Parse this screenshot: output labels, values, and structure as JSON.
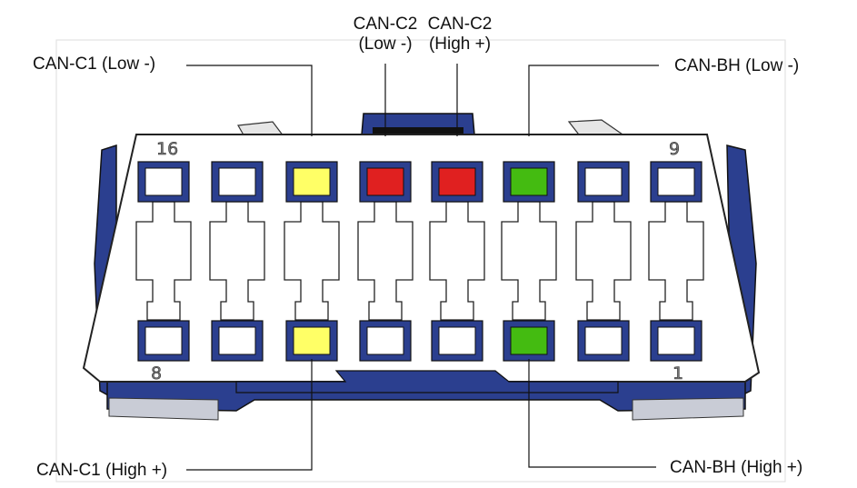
{
  "labels": {
    "can_c1_low": "CAN-C1 (Low -)",
    "can_c2_low_line1": "CAN-C2",
    "can_c2_low_line2": "(Low -)",
    "can_c2_high_line1": "CAN-C2",
    "can_c2_high_line2": "(High +)",
    "can_bh_low": "CAN-BH (Low -)",
    "can_c1_high": "CAN-C1 (High +)",
    "can_bh_high": "CAN-BH (High +)"
  },
  "pin_numbers": {
    "top_left": "16",
    "top_right": "9",
    "bottom_left": "8",
    "bottom_right": "1"
  },
  "colors": {
    "connector_blue": "#2b3f8f",
    "can_c1": "#ffff66",
    "can_c2": "#e02020",
    "can_bh": "#44bb11"
  },
  "pins": {
    "top_row": [
      "empty",
      "empty",
      "yellow",
      "red",
      "red",
      "green",
      "empty",
      "empty"
    ],
    "bottom_row": [
      "empty",
      "empty",
      "yellow",
      "empty",
      "empty",
      "green",
      "empty",
      "empty"
    ]
  }
}
